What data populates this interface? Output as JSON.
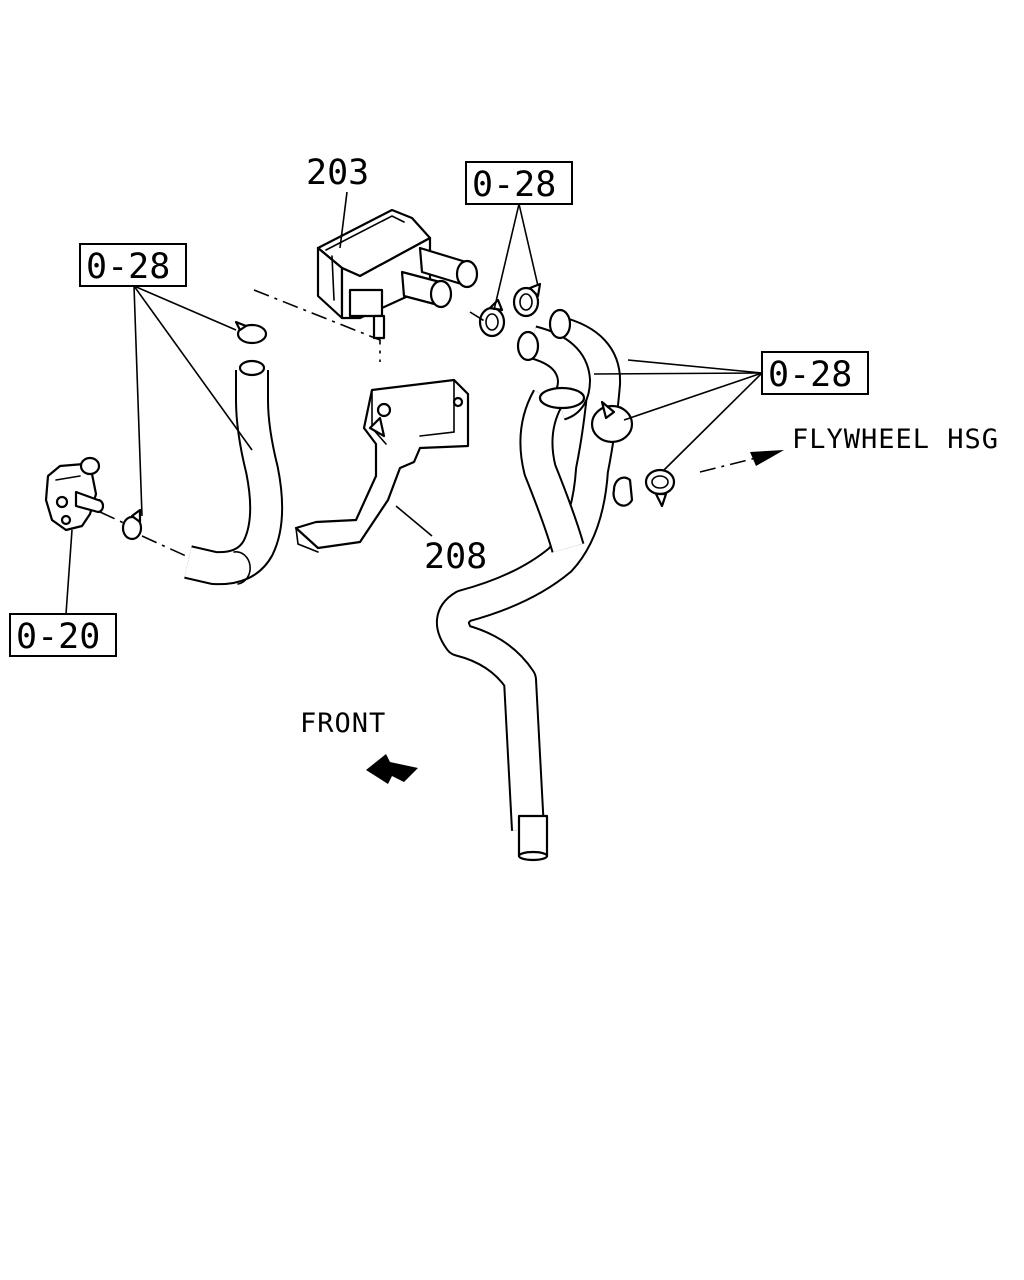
{
  "labels": {
    "part_203": "203",
    "part_208": "208",
    "callout_top_center": "0-28",
    "callout_left": "0-28",
    "callout_right": "0-28",
    "callout_sensor": "0-20"
  },
  "annotations": {
    "flywheel": "FLYWHEEL HSG",
    "front": "FRONT"
  }
}
